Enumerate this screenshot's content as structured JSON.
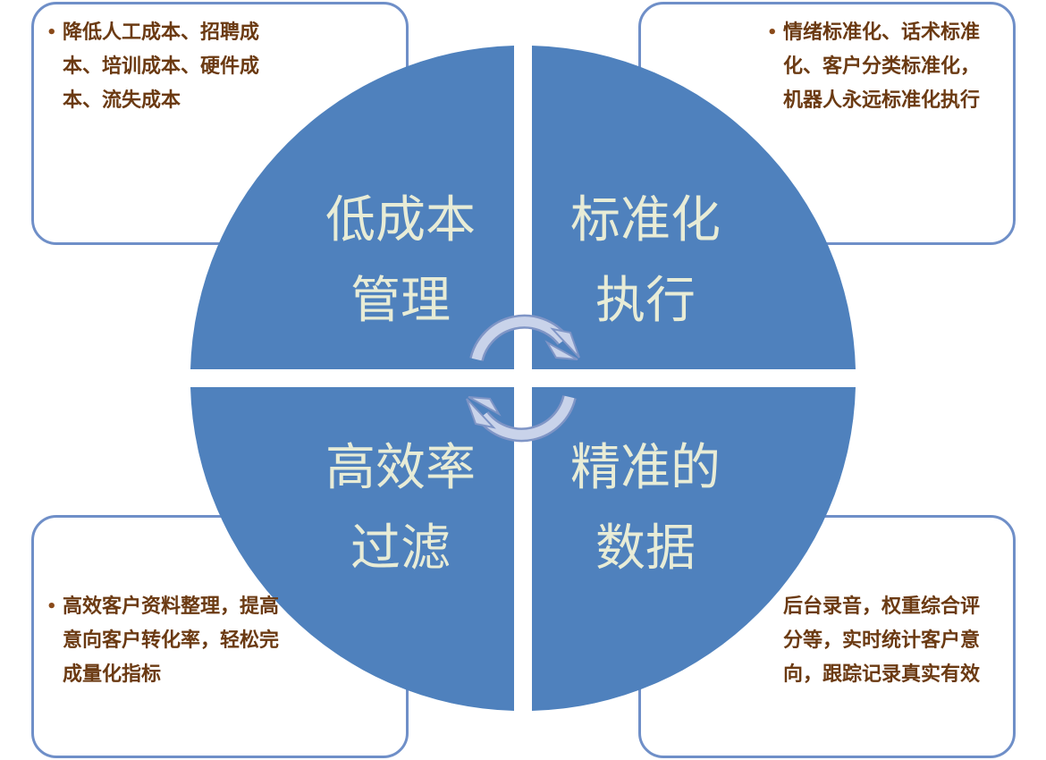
{
  "quadrants": {
    "top_left": {
      "title_line1": "低成本",
      "title_line2": "管理"
    },
    "top_right": {
      "title_line1": "标准化",
      "title_line2": "执行"
    },
    "bottom_left": {
      "title_line1": "高效率",
      "title_line2": "过滤"
    },
    "bottom_right": {
      "title_line1": "精准的",
      "title_line2": "数据"
    }
  },
  "notes": {
    "top_left": "降低人工成本、招聘成本、培训成本、硬件成本、流失成本",
    "top_right": "情绪标准化、话术标准化、客户分类标准化，机器人永远标准化执行",
    "bottom_left": "高效客户资料整理，提高意向客户转化率，轻松完成量化指标",
    "bottom_right": "后台录音，权重综合评分等，实时统计客户意向，跟踪记录真实有效"
  },
  "bullet_glyph": "•",
  "colors": {
    "circle": "#4f81bd",
    "box_border": "#6f8fc8",
    "note_text": "#6b3a12",
    "quad_text": "#e8ecd6",
    "arrow": "#aab8dc"
  }
}
